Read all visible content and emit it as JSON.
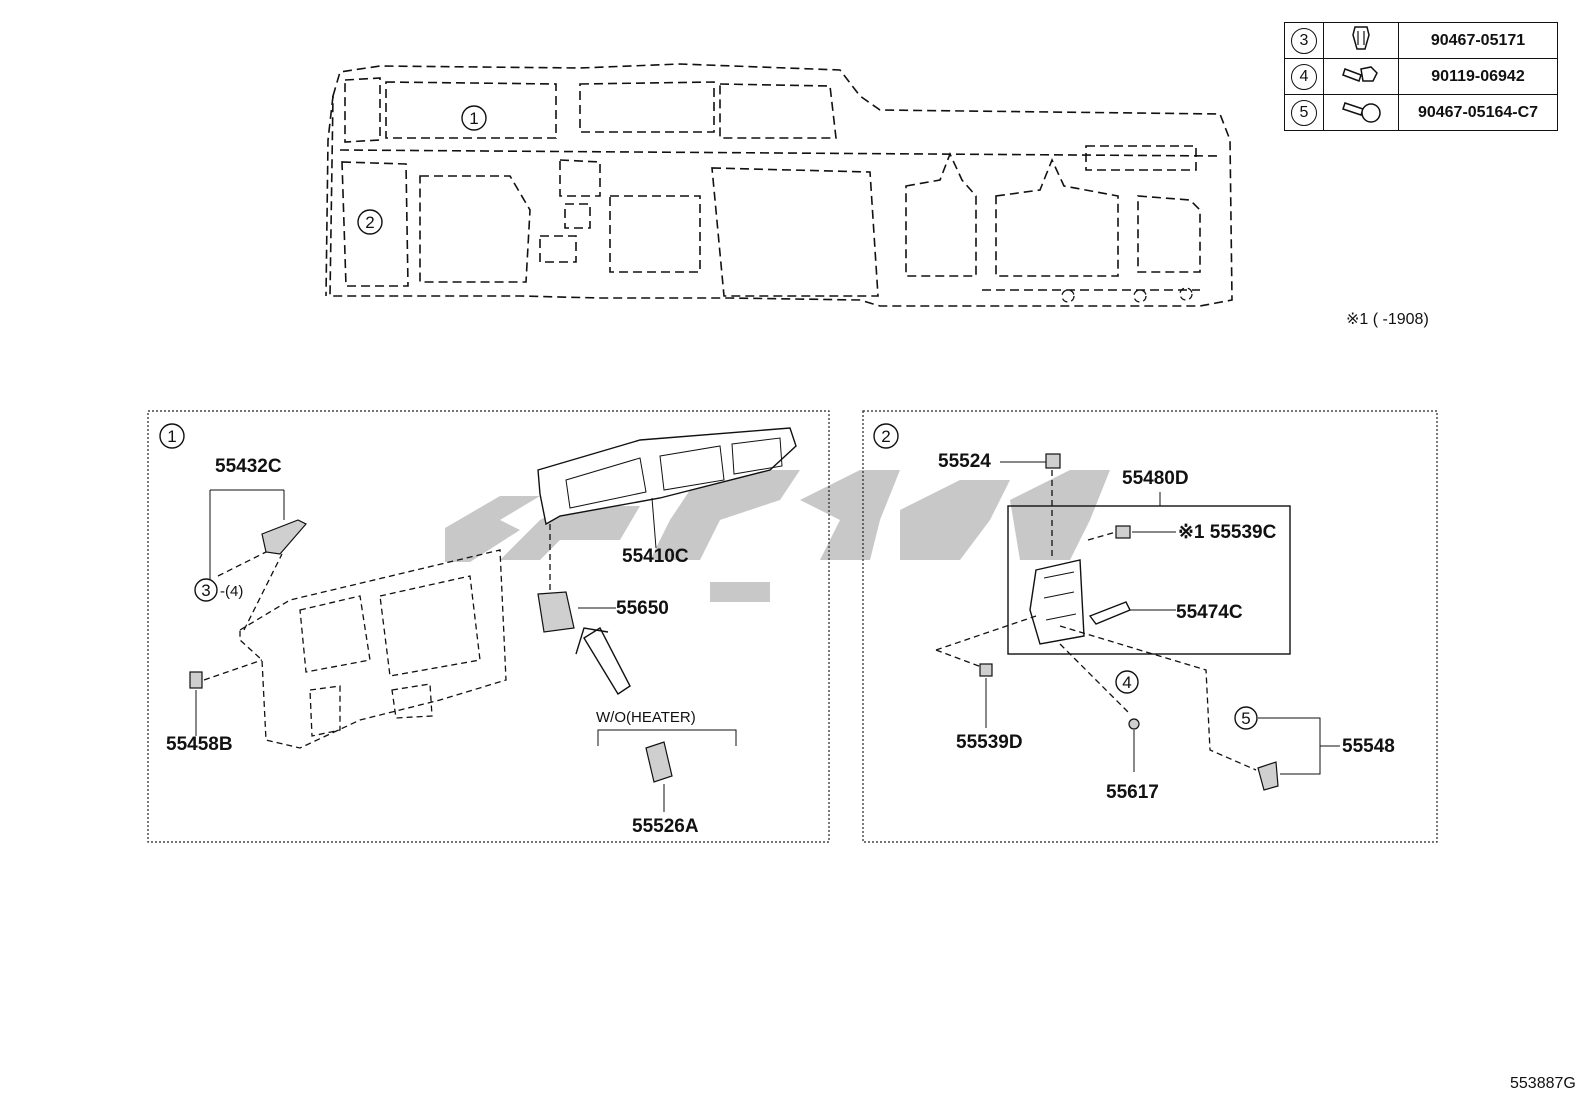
{
  "table": {
    "rows": [
      {
        "ref": "3",
        "icon": "clip-icon",
        "part": "90467-05171"
      },
      {
        "ref": "4",
        "icon": "bolt-icon",
        "part": "90119-06942"
      },
      {
        "ref": "5",
        "icon": "push-rivet-icon",
        "part": "90467-05164-C7"
      }
    ]
  },
  "footnote": "※1 (      -1908)",
  "overview": {
    "callout1": "1",
    "callout2": "2"
  },
  "panel1": {
    "index": "1",
    "labels": {
      "p55432C": "55432C",
      "ref3": "3",
      "ref4": "-(4)",
      "p55458B": "55458B",
      "p55410C": "55410C",
      "p55650": "55650",
      "wo_heater": "W/O(HEATER)",
      "p55526A": "55526A"
    }
  },
  "panel2": {
    "index": "2",
    "labels": {
      "p55524": "55524",
      "p55480D": "55480D",
      "p55539C": "※1 55539C",
      "p55474C": "55474C",
      "ref4": "4",
      "p55539D": "55539D",
      "p55617": "55617",
      "ref5": "5",
      "p55548": "55548"
    }
  },
  "watermark_color": "#c8c8c8",
  "diagram_code": "553887G"
}
